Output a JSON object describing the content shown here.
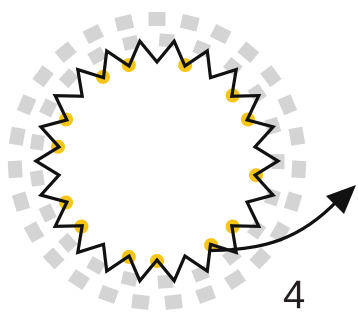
{
  "panel": {
    "number": "4"
  },
  "colors": {
    "tiles": "#d4d4d4",
    "dots": "#f5c518",
    "path": "#111111",
    "arrow": "#111111",
    "background": "#ffffff",
    "label": "#231f20"
  },
  "diagram": {
    "outer_ring_tiles": 27,
    "inner_ring_tiles": 21,
    "zigzag_teeth": 22,
    "dots": 14,
    "arrow_direction": "up-right"
  }
}
